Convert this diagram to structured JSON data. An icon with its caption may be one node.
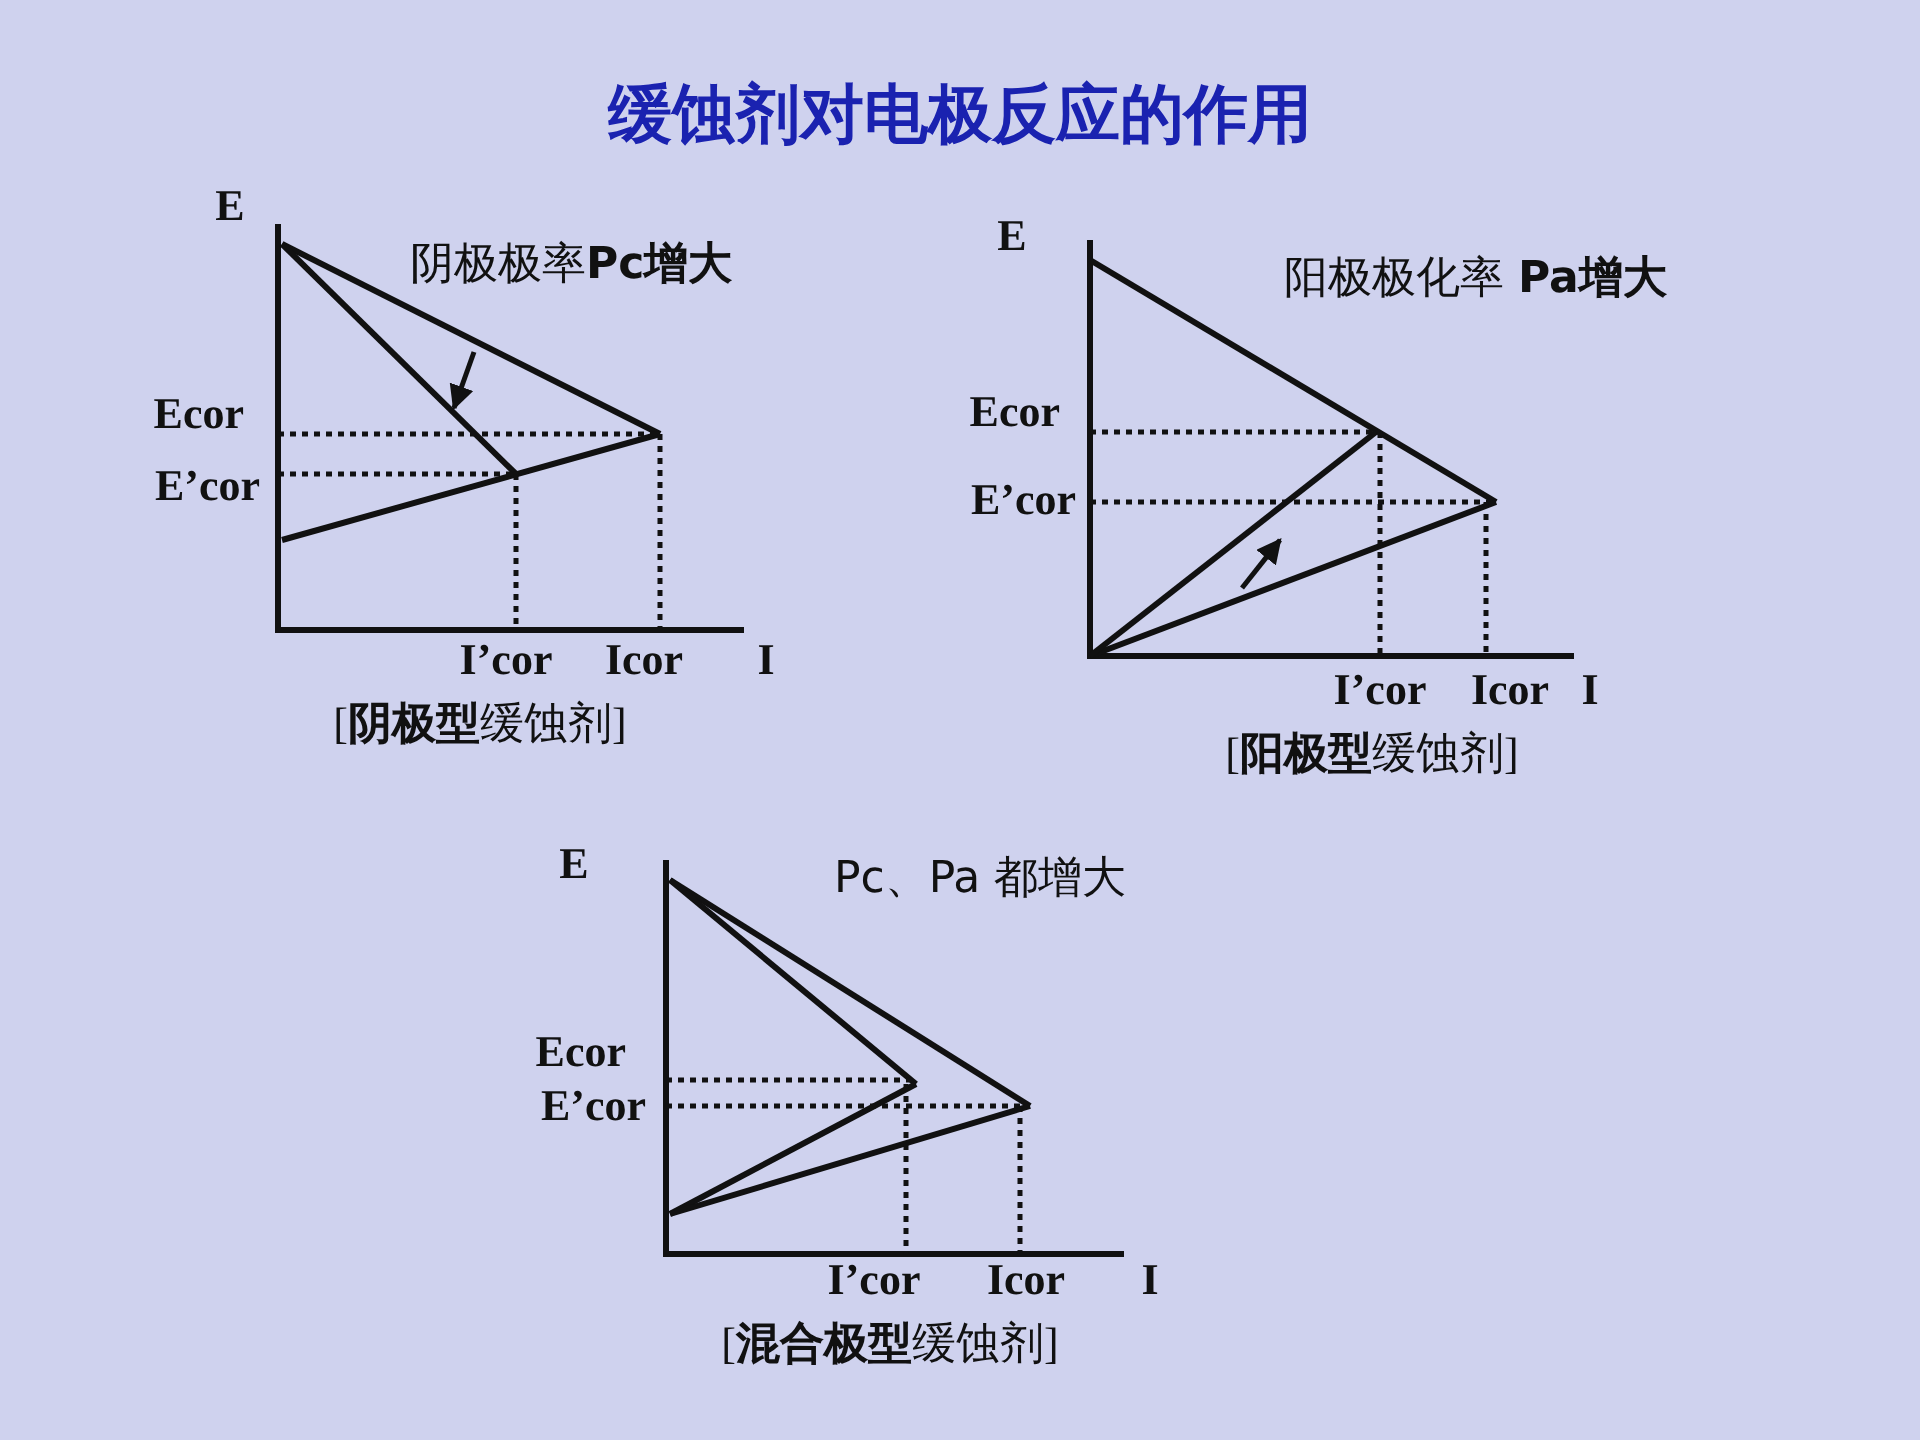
{
  "diagram": {
    "title": "缓蚀剂对电极反应的作用",
    "labels": [
      "E",
      "阴极极率**Pc增大**",
      "Ecor",
      "E’cor",
      "I’cor",
      "Icor",
      "I",
      "[**阴极型**缓蚀剂]",
      "E",
      "阳极极化率 **Pa增大**",
      "Ecor",
      "E’cor",
      "I’cor",
      "Icor",
      "I",
      "[**阳极型**缓蚀剂]",
      "E",
      "Pc、Pa 都增大",
      "Ecor",
      "E’cor",
      "I’cor",
      "Icor",
      "I",
      "[**混合极型**缓蚀剂]"
    ]
  }
}
